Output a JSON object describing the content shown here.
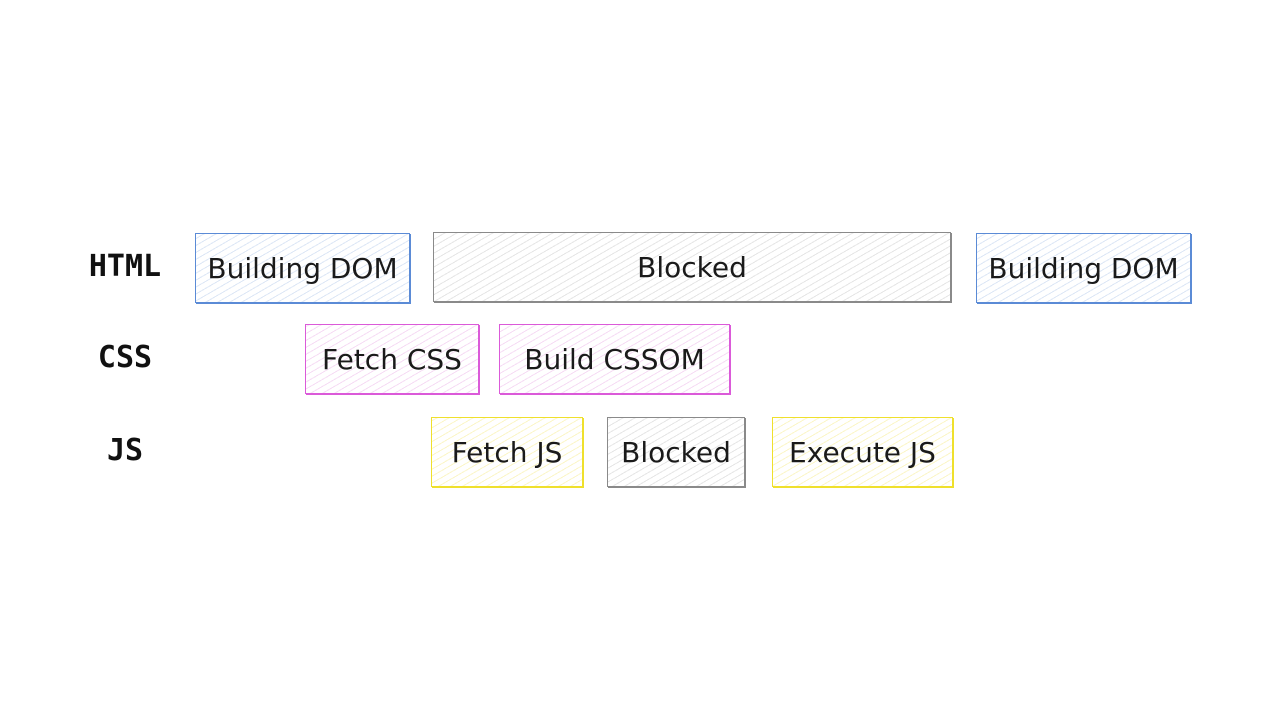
{
  "colors": {
    "blue": "#5b8bd6",
    "gray": "#8a8a8a",
    "pink": "#db5ad9",
    "yellow": "#efe02c"
  },
  "rows": {
    "html": {
      "label": "HTML",
      "bars": [
        {
          "label": "Building DOM",
          "color": "blue"
        },
        {
          "label": "Blocked",
          "color": "gray"
        },
        {
          "label": "Building DOM",
          "color": "blue"
        }
      ]
    },
    "css": {
      "label": "CSS",
      "bars": [
        {
          "label": "Fetch CSS",
          "color": "pink"
        },
        {
          "label": "Build CSSOM",
          "color": "pink"
        }
      ]
    },
    "js": {
      "label": "JS",
      "bars": [
        {
          "label": "Fetch JS",
          "color": "yellow"
        },
        {
          "label": "Blocked",
          "color": "gray"
        },
        {
          "label": "Execute JS",
          "color": "yellow"
        }
      ]
    }
  }
}
